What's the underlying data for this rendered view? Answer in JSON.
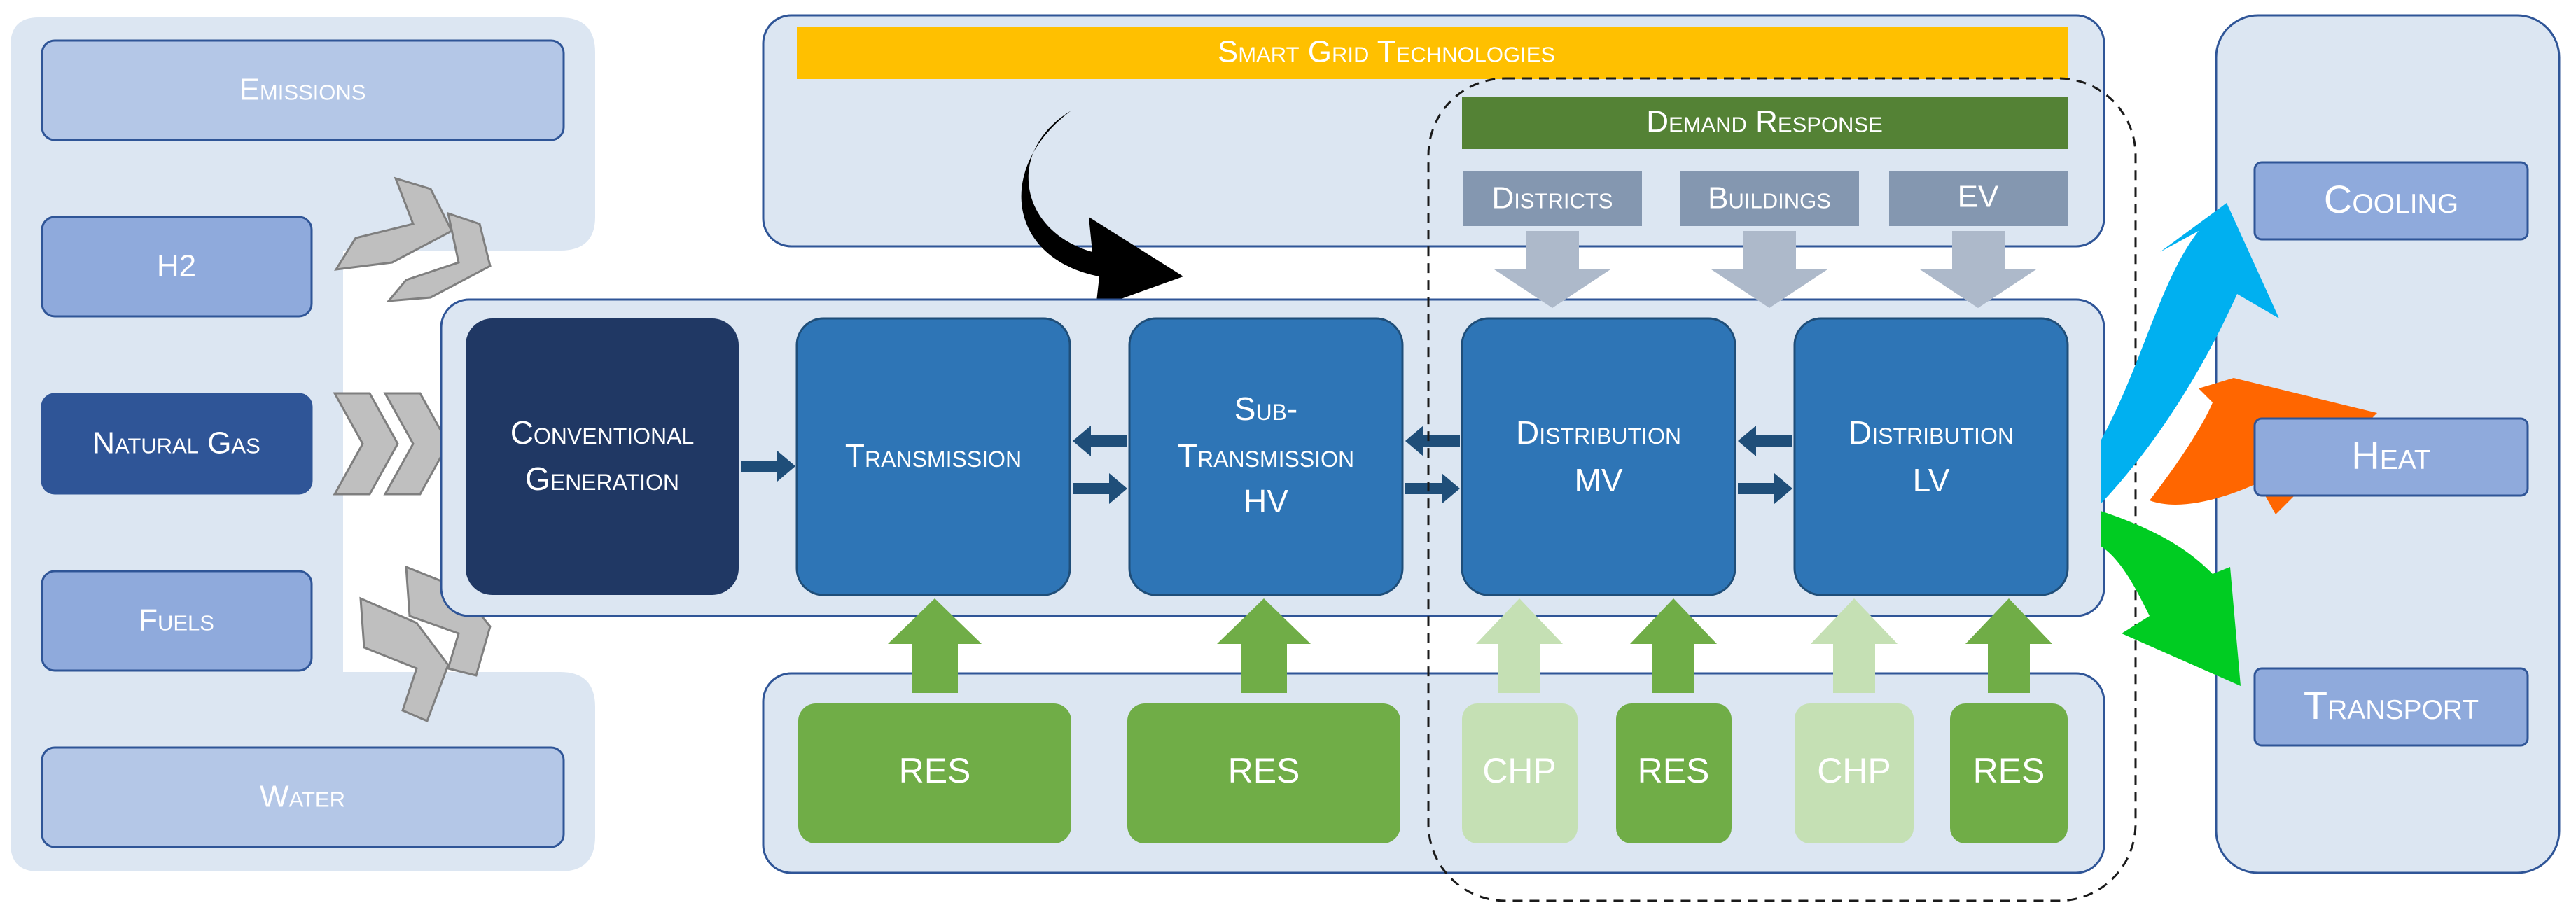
{
  "inputs": {
    "emissions": "Emissions",
    "h2": "H2",
    "natural_gas": "Natural Gas",
    "fuels": "Fuels",
    "water": "Water"
  },
  "smart_grid": {
    "title": "Smart Grid Technologies",
    "demand_response": "Demand Response",
    "districts": "Districts",
    "buildings": "Buildings",
    "ev": "EV"
  },
  "chain": {
    "conventional": [
      "Conventional",
      "Generation"
    ],
    "transmission": "Transmission",
    "sub_transmission": [
      "Sub-",
      "Transmission",
      "HV"
    ],
    "distribution_mv": [
      "Distribution",
      "MV"
    ],
    "distribution_lv": [
      "Distribution",
      "LV"
    ]
  },
  "generation": {
    "res": "RES",
    "chp": "CHP"
  },
  "outputs": {
    "cooling": "Cooling",
    "heat": "Heat",
    "transport": "Transport"
  },
  "colors": {
    "panel_fill": "#dce6f2",
    "panel_border": "#2f5597",
    "input_box": "#b4c7e7",
    "input_box_mid": "#8faadc",
    "natural_gas": "#2f5597",
    "conventional": "#203864",
    "grid_block": "#2e75b6",
    "smart_grid_bar": "#ffc000",
    "demand_response_bar": "#548235",
    "demand_item": "#8497b0",
    "res_green": "#70ad47",
    "chp_light": "#c5e0b4",
    "cooling_arrow": "#00b0f0",
    "heat_arrow": "#ff6600",
    "transport_arrow": "#00cc22"
  }
}
